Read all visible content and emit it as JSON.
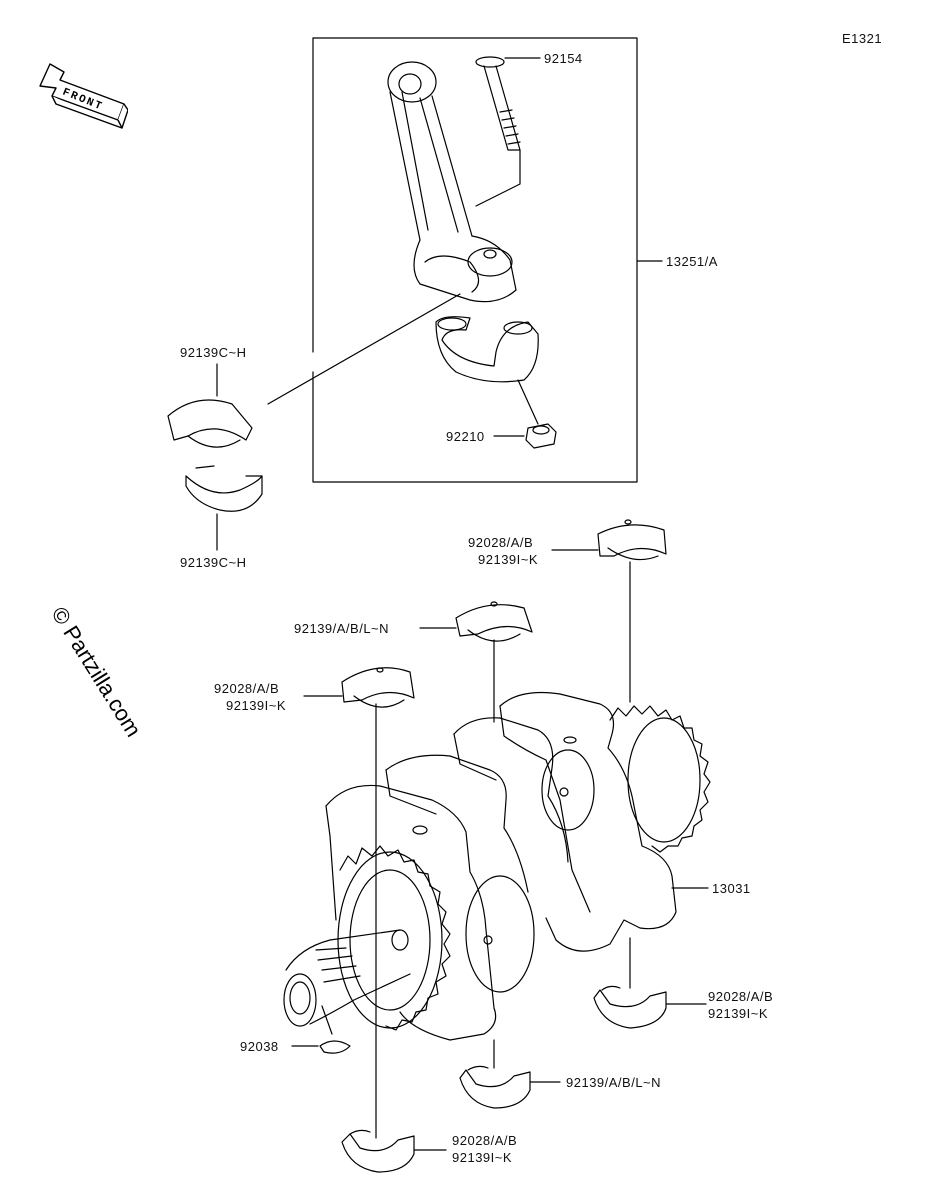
{
  "diagram": {
    "id": "E1321",
    "front_label": "FRONT",
    "watermark": "© Partzilla.com",
    "callouts": {
      "p92154": "92154",
      "p13251": "13251/A",
      "p92139ch_top": "92139C~H",
      "p92139ch_bottom": "92139C~H",
      "p92210": "92210",
      "p92028_top_right_a": "92028/A/B",
      "p92028_top_right_b": "92139I~K",
      "p92139_mid": "92139/A/B/L~N",
      "p92028_left_a": "92028/A/B",
      "p92028_left_b": "92139I~K",
      "p13031": "13031",
      "p92028_br_a": "92028/A/B",
      "p92028_br_b": "92139I~K",
      "p92139_bottom": "92139/A/B/L~N",
      "p92038": "92038",
      "p92028_bottom_a": "92028/A/B",
      "p92028_bottom_b": "92139I~K"
    }
  }
}
